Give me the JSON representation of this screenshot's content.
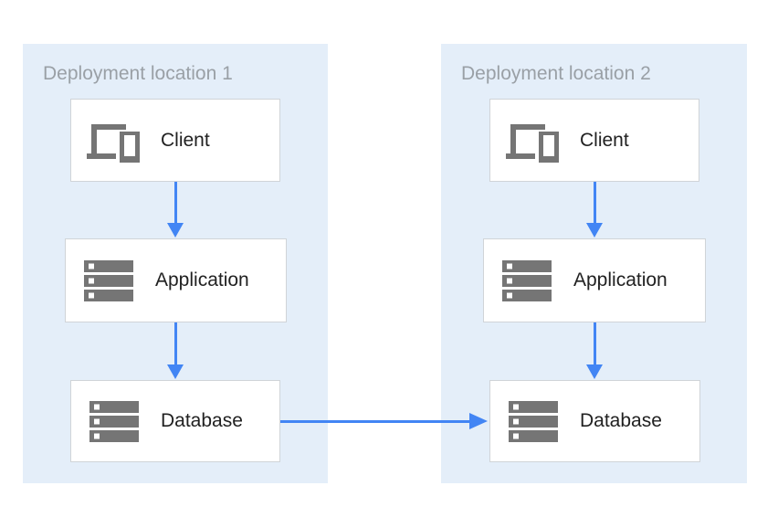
{
  "diagram": {
    "panels": [
      {
        "title": "Deployment location 1",
        "nodes": [
          {
            "id": "client-1",
            "label": "Client",
            "icon": "devices-icon"
          },
          {
            "id": "application-1",
            "label": "Application",
            "icon": "server-stack-icon"
          },
          {
            "id": "database-1",
            "label": "Database",
            "icon": "server-stack-icon"
          }
        ]
      },
      {
        "title": "Deployment location 2",
        "nodes": [
          {
            "id": "client-2",
            "label": "Client",
            "icon": "devices-icon"
          },
          {
            "id": "application-2",
            "label": "Application",
            "icon": "server-stack-icon"
          },
          {
            "id": "database-2",
            "label": "Database",
            "icon": "server-stack-icon"
          }
        ]
      }
    ],
    "connections": [
      {
        "from": "client-1",
        "to": "application-1",
        "direction": "down"
      },
      {
        "from": "application-1",
        "to": "database-1",
        "direction": "down"
      },
      {
        "from": "client-2",
        "to": "application-2",
        "direction": "down"
      },
      {
        "from": "application-2",
        "to": "database-2",
        "direction": "down"
      },
      {
        "from": "database-1",
        "to": "database-2",
        "direction": "right"
      }
    ]
  },
  "colors": {
    "panel_bg": "#E4EEF9",
    "box_bg": "#FFFFFF",
    "box_border": "#D0D4D8",
    "arrow_blue": "#4285F4",
    "icon_gray": "#757575",
    "title_gray": "#9AA0A6",
    "label_text": "#212121"
  }
}
